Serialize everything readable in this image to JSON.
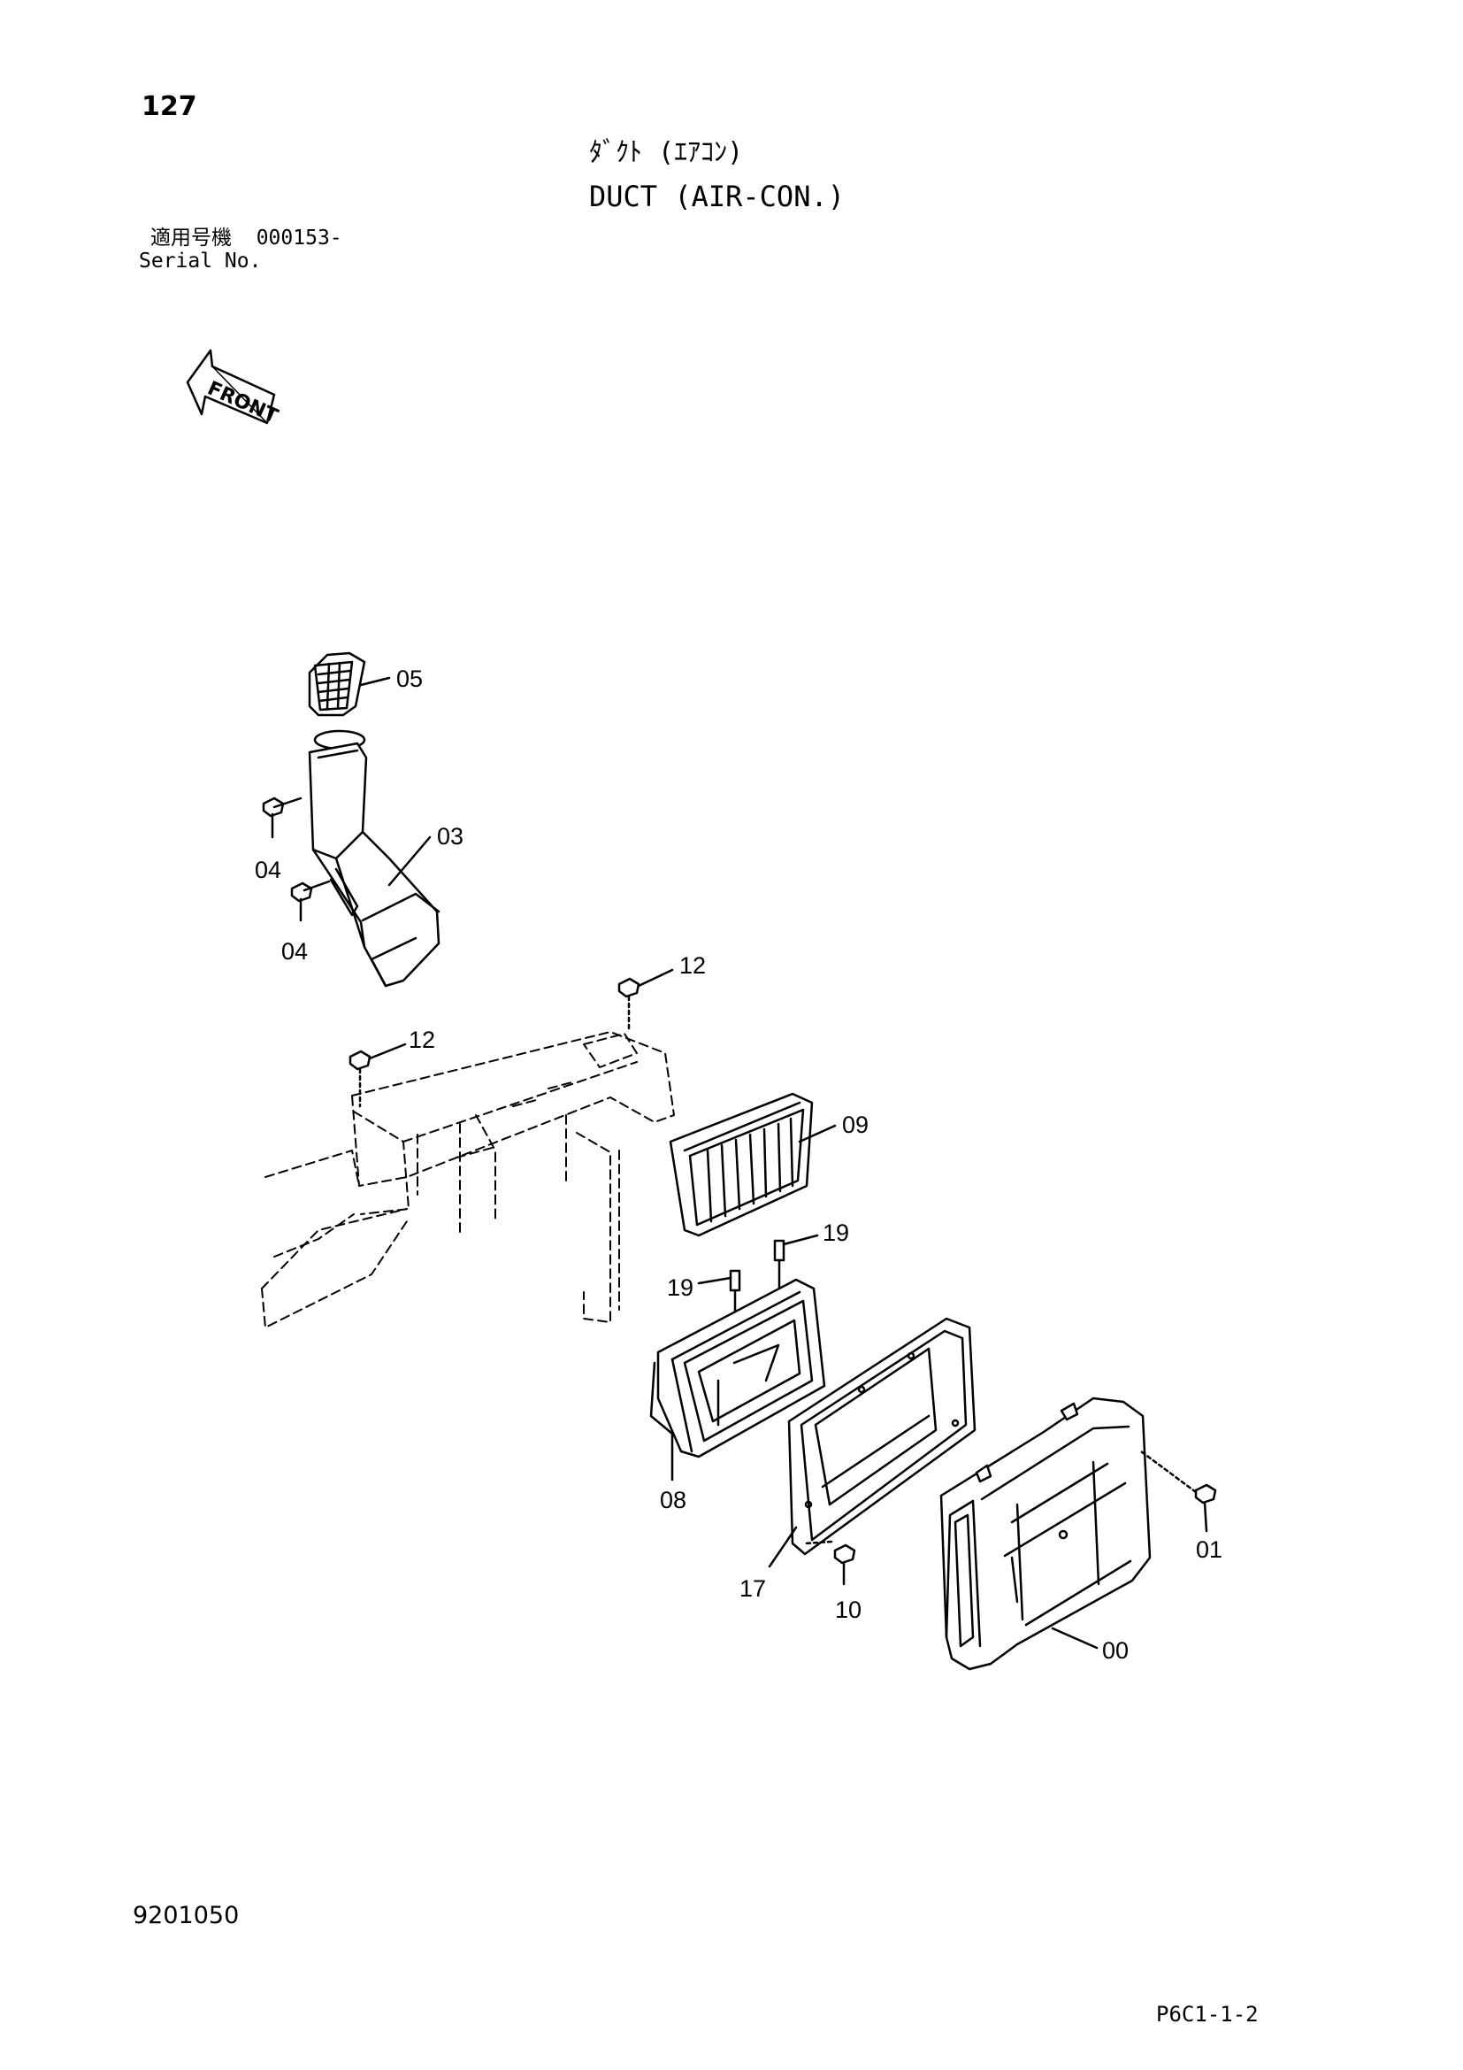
{
  "header": {
    "page_number": "127",
    "title_jp": "ﾀﾞｸﾄ (ｴｱｺﾝ)",
    "title_en": "DUCT (AIR-CON.)",
    "serial_label_jp": "適用号機",
    "serial_value": "000153-",
    "serial_label_en": "Serial No."
  },
  "diagram": {
    "front_marker": "FRONT",
    "callouts": [
      {
        "id": "part-05",
        "label": "05"
      },
      {
        "id": "part-03",
        "label": "03"
      },
      {
        "id": "part-04-upper",
        "label": "04"
      },
      {
        "id": "part-04-lower",
        "label": "04"
      },
      {
        "id": "part-12-right",
        "label": "12"
      },
      {
        "id": "part-12-left",
        "label": "12"
      },
      {
        "id": "part-09",
        "label": "09"
      },
      {
        "id": "part-19-right",
        "label": "19"
      },
      {
        "id": "part-19-left",
        "label": "19"
      },
      {
        "id": "part-08",
        "label": "08"
      },
      {
        "id": "part-17",
        "label": "17"
      },
      {
        "id": "part-10",
        "label": "10"
      },
      {
        "id": "part-01",
        "label": "01"
      },
      {
        "id": "part-00",
        "label": "00"
      }
    ]
  },
  "footer": {
    "doc_number": "9201050",
    "page_code": "P6C1-1-2"
  }
}
